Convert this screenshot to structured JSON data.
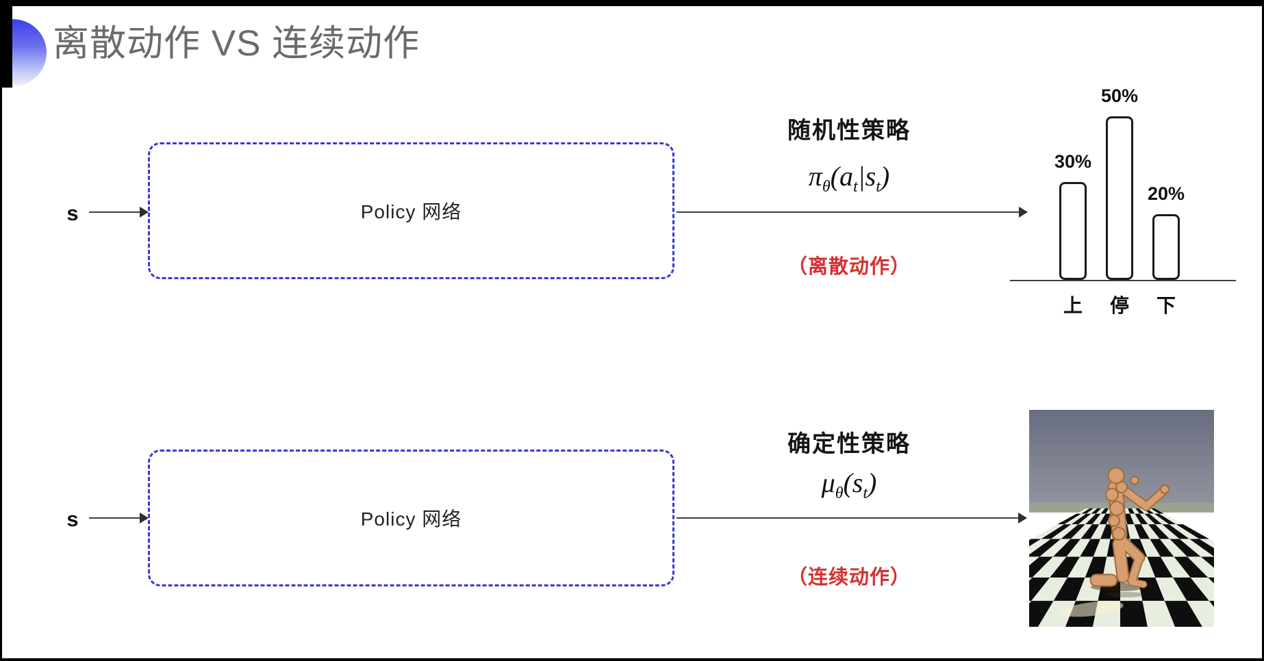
{
  "title": "离散动作 VS 连续动作",
  "rows": [
    {
      "input_label": "s",
      "box_label": "Policy 网络",
      "policy_name": "随机性策略",
      "formula": "π_θ(a_t|s_t)",
      "action_note": "（离散动作）"
    },
    {
      "input_label": "s",
      "box_label": "Policy 网络",
      "policy_name": "确定性策略",
      "formula": "μ_θ(s_t)",
      "action_note": "（连续动作）"
    }
  ],
  "chart_data": {
    "type": "bar",
    "categories": [
      "上",
      "停",
      "下"
    ],
    "values": [
      30,
      50,
      20
    ],
    "value_labels": [
      "30%",
      "50%",
      "20%"
    ],
    "title": "",
    "xlabel": "",
    "ylabel": "",
    "ylim": [
      0,
      60
    ],
    "grid": false,
    "legend": false,
    "bar_fill": "#ffffff",
    "bar_stroke": "#1a1a1a"
  },
  "robot_scene": {
    "subject": "humanoid-robot-on-checkerboard-floor",
    "sky_color": "#6d7284",
    "tile_dark": "#0e0e0e",
    "tile_light": "#e8eedf",
    "body_color": "#d79f70"
  },
  "colors": {
    "box_border_blue": "#3838d8",
    "accent_red": "#d5302e",
    "title_gray": "#6a6a6a",
    "line_dark": "#3f3f3f",
    "decor_blue": "#3e3ee9"
  }
}
